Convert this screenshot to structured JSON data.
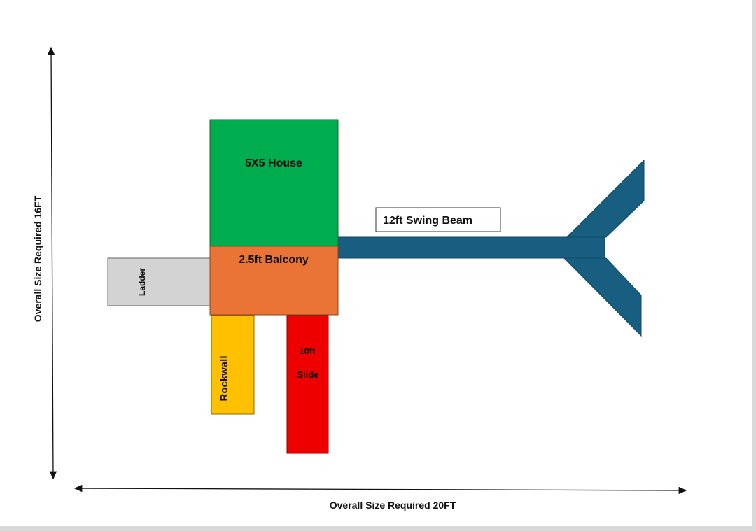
{
  "labels": {
    "house": "5X5 House",
    "balcony": "2.5ft Balcony",
    "ladder": "Ladder",
    "rockwall": "Rockwall",
    "slide_line1": "10ft",
    "slide_line2": "Slide",
    "swing_beam": "12ft Swing Beam",
    "height_dimension": "Overall Size Required 16FT",
    "width_dimension": "Overall Size Required 20FT"
  },
  "colors": {
    "house": "#00ad4e",
    "balcony": "#e97435",
    "ladder": "#d3d3d3",
    "rockwall": "#ffc000",
    "slide": "#ee0000",
    "swing_beam": "#175e80"
  }
}
